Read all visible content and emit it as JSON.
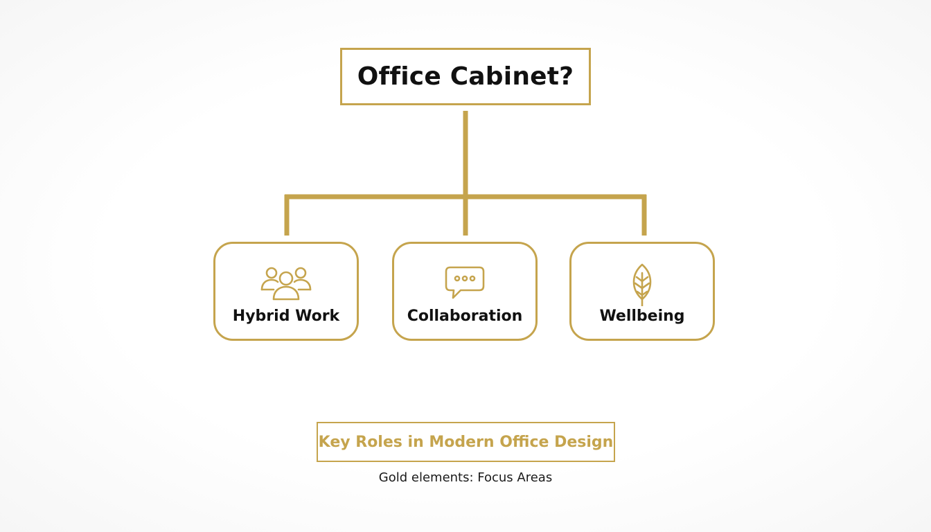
{
  "root": {
    "title": "Office Cabinet?"
  },
  "nodes": [
    {
      "label": "Hybrid Work",
      "icon": "people-group-icon"
    },
    {
      "label": "Collaboration",
      "icon": "chat-bubble-icon"
    },
    {
      "label": "Wellbeing",
      "icon": "leaf-icon"
    }
  ],
  "caption": {
    "text": "Key Roles in Modern Office Design"
  },
  "legend": {
    "text": "Gold elements: Focus Areas"
  },
  "colors": {
    "accent": "#c5a44d",
    "text": "#111111",
    "background": "#ffffff"
  }
}
